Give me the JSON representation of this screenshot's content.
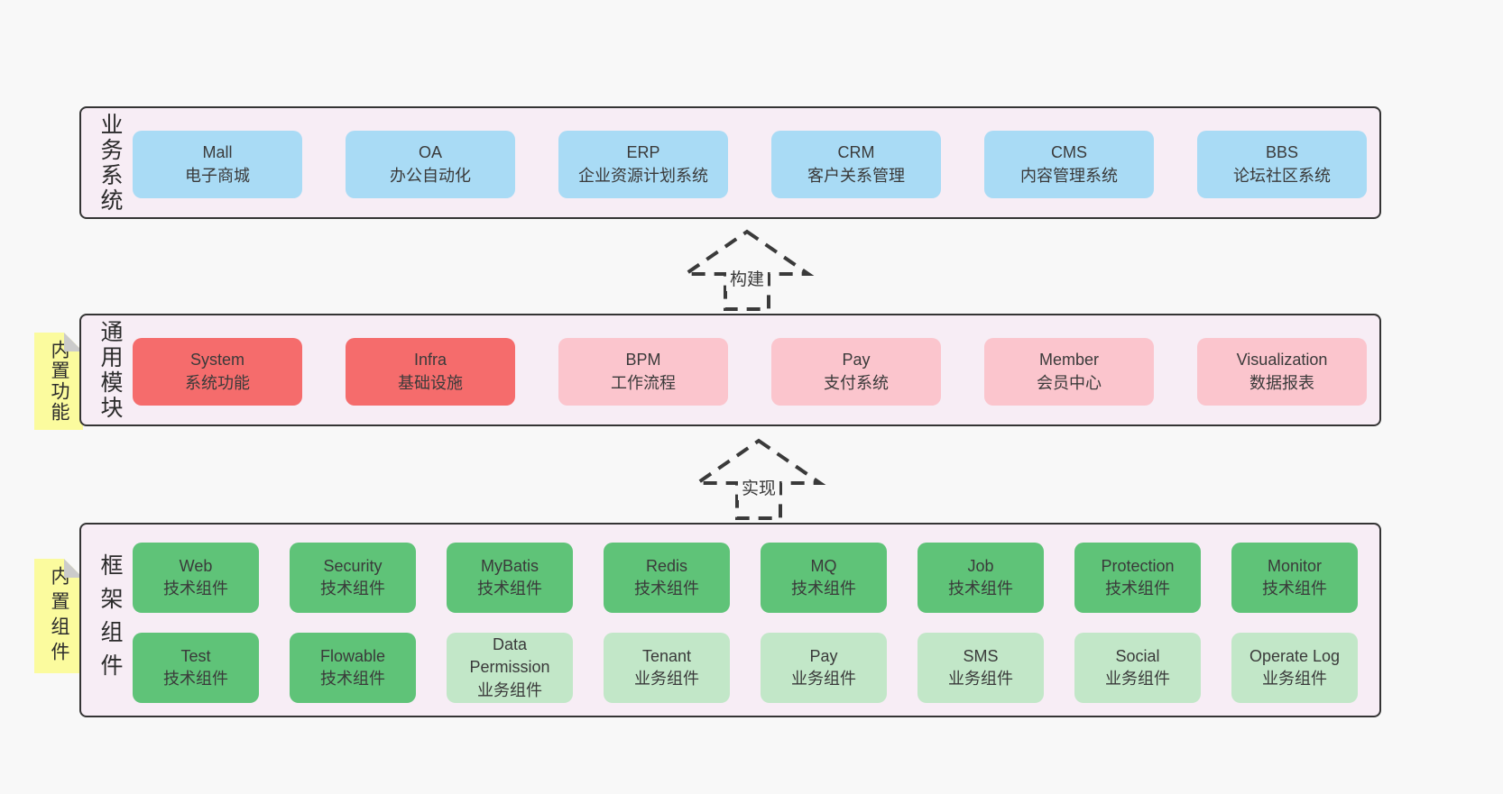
{
  "colors": {
    "page_background": "#f8f8f8",
    "panel_background": "#f7edf5",
    "panel_border": "#343434",
    "business_box": "#a9dbf5",
    "core_module_box": "#f56c6c",
    "optional_module_box": "#fbc5cd",
    "tech_component_box": "#5fc378",
    "biz_component_box": "#c2e7c8",
    "sticky_note": "#fbfb9e",
    "sticky_note_fold": "#cbcbcb"
  },
  "arrows": [
    {
      "label": "构建"
    },
    {
      "label": "实现"
    }
  ],
  "sections": [
    {
      "id": "business-systems",
      "label": "业务系统",
      "boxes": [
        {
          "title": "Mall",
          "subtitle": "电子商城",
          "variant": "blue"
        },
        {
          "title": "OA",
          "subtitle": "办公自动化",
          "variant": "blue"
        },
        {
          "title": "ERP",
          "subtitle": "企业资源计划系统",
          "variant": "blue"
        },
        {
          "title": "CRM",
          "subtitle": "客户关系管理",
          "variant": "blue"
        },
        {
          "title": "CMS",
          "subtitle": "内容管理系统",
          "variant": "blue"
        },
        {
          "title": "BBS",
          "subtitle": "论坛社区系统",
          "variant": "blue"
        }
      ]
    },
    {
      "id": "common-modules",
      "label": "通用模块",
      "note": "内置功能",
      "boxes": [
        {
          "title": "System",
          "subtitle": "系统功能",
          "variant": "red"
        },
        {
          "title": "Infra",
          "subtitle": "基础设施",
          "variant": "red"
        },
        {
          "title": "BPM",
          "subtitle": "工作流程",
          "variant": "pink"
        },
        {
          "title": "Pay",
          "subtitle": "支付系统",
          "variant": "pink"
        },
        {
          "title": "Member",
          "subtitle": "会员中心",
          "variant": "pink"
        },
        {
          "title": "Visualization",
          "subtitle": "数据报表",
          "variant": "pink"
        }
      ]
    },
    {
      "id": "framework-components",
      "label": "框架组件",
      "note": "内置组件",
      "rows": [
        [
          {
            "title": "Web",
            "subtitle": "技术组件",
            "variant": "green"
          },
          {
            "title": "Security",
            "subtitle": "技术组件",
            "variant": "green"
          },
          {
            "title": "MyBatis",
            "subtitle": "技术组件",
            "variant": "green"
          },
          {
            "title": "Redis",
            "subtitle": "技术组件",
            "variant": "green"
          },
          {
            "title": "MQ",
            "subtitle": "技术组件",
            "variant": "green"
          },
          {
            "title": "Job",
            "subtitle": "技术组件",
            "variant": "green"
          },
          {
            "title": "Protection",
            "subtitle": "技术组件",
            "variant": "green"
          },
          {
            "title": "Monitor",
            "subtitle": "技术组件",
            "variant": "green"
          }
        ],
        [
          {
            "title": "Test",
            "subtitle": "技术组件",
            "variant": "green"
          },
          {
            "title": "Flowable",
            "subtitle": "技术组件",
            "variant": "green"
          },
          {
            "title": "Data Permission",
            "subtitle": "业务组件",
            "variant": "lightgreen"
          },
          {
            "title": "Tenant",
            "subtitle": "业务组件",
            "variant": "lightgreen"
          },
          {
            "title": "Pay",
            "subtitle": "业务组件",
            "variant": "lightgreen"
          },
          {
            "title": "SMS",
            "subtitle": "业务组件",
            "variant": "lightgreen"
          },
          {
            "title": "Social",
            "subtitle": "业务组件",
            "variant": "lightgreen"
          },
          {
            "title": "Operate Log",
            "subtitle": "业务组件",
            "variant": "lightgreen"
          }
        ]
      ]
    }
  ]
}
